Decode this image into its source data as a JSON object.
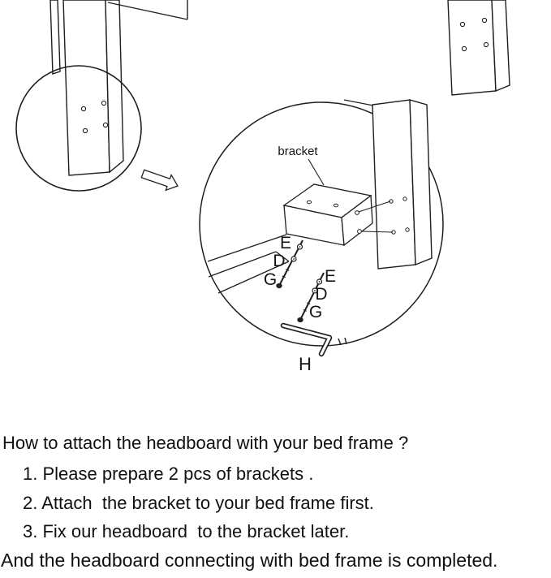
{
  "diagram": {
    "bracket_label": "bracket",
    "part_labels": {
      "e1": "E",
      "d1": "D",
      "g1": "G",
      "e2": "E",
      "d2": "D",
      "g2": "G",
      "h": "H"
    }
  },
  "instructions": {
    "heading": "How to attach the headboard with your bed frame ?",
    "steps": [
      "1. Please prepare 2 pcs of brackets .",
      "2. Attach  the bracket to your bed frame first.",
      "3. Fix our headboard  to the bracket later."
    ],
    "footer": "And the headboard connecting with bed frame is completed."
  }
}
